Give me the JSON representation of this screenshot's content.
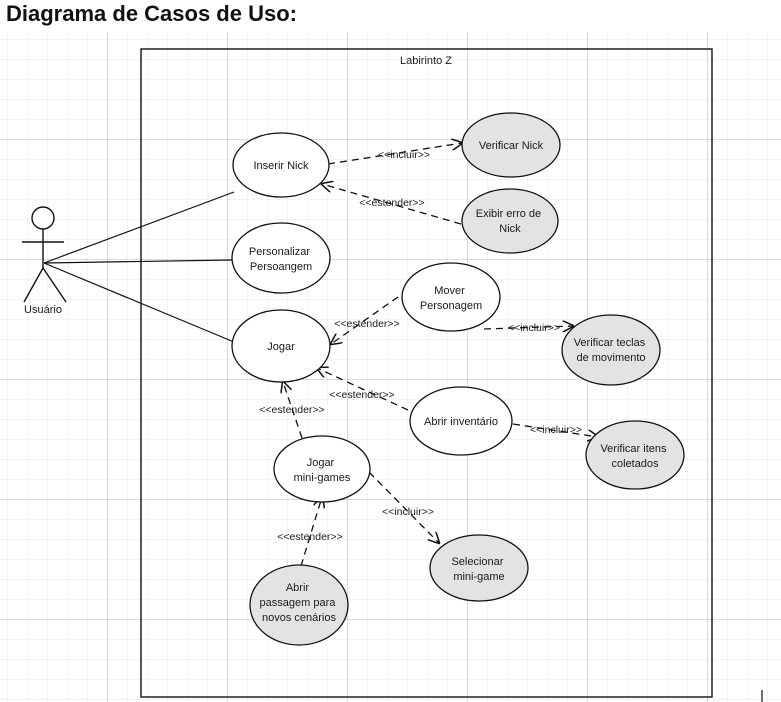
{
  "title": "Diagrama de Casos de Uso:",
  "system": {
    "name": "Labirinto Z"
  },
  "actor": {
    "name": "Usuário"
  },
  "use_cases": {
    "inserir_nick": [
      "Inserir Nick"
    ],
    "verificar_nick": [
      "Verificar Nick"
    ],
    "exibir_erro": [
      "Exibir erro de",
      "Nick"
    ],
    "personalizar": [
      "Personalizar",
      "Persoangem"
    ],
    "mover": [
      "Mover",
      "Personagem"
    ],
    "verificar_teclas": [
      "Verificar teclas",
      "de movimento"
    ],
    "jogar": [
      "Jogar"
    ],
    "abrir_inventario": [
      "Abrir inventário"
    ],
    "verificar_itens": [
      "Verificar itens",
      "coletados"
    ],
    "jogar_minigames": [
      "Jogar",
      "mini-games"
    ],
    "selecionar_minigame": [
      "Selecionar",
      "mini-game"
    ],
    "abrir_passagem": [
      "Abrir",
      "passagem para",
      "novos cenários"
    ]
  },
  "relations": {
    "incluir": "<<incluir>>",
    "estender": "<<estender>>"
  },
  "colors": {
    "included_fill": "#e3e3e3",
    "base_fill": "#ffffff",
    "stroke": "#111111"
  }
}
